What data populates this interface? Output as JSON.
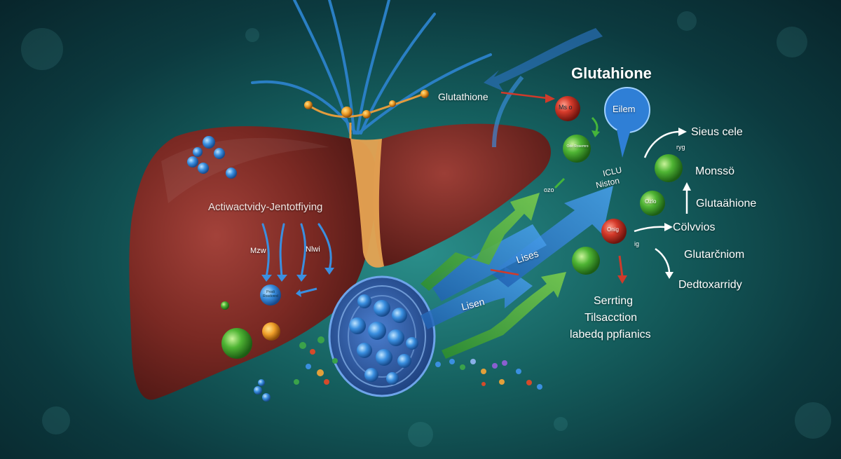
{
  "title": "Glutahione",
  "liver": {
    "label": "Actiwactvidy-Jentotfiying",
    "arrow_left_label": "Mzw",
    "arrow_right_label": "Nlwi",
    "node_label": "Prodi Rosdonrd"
  },
  "top_label": "Glutathione",
  "molecule_top": "Ms o",
  "molecule_green_1": "Odo Rosemro",
  "molecule_green_2": "Ozlo",
  "molecule_red_2": "Onig",
  "blue_circle": "Eilem",
  "blue_arrow_box": {
    "line1": "ICLU",
    "line2": "Niston"
  },
  "arrow_labels": {
    "lises": "Lises",
    "lisen": "Lisen"
  },
  "right_labels": [
    "Sieus cele",
    "Monssö",
    "Glutaähione",
    "Cölvvios",
    "Glutarčniom",
    "Dedtoxarridy"
  ],
  "bottom_labels": [
    "Serrting",
    "Tilsacction",
    "labedq ppfianics"
  ],
  "small_marks": {
    "ryg": "ryg",
    "ozo": "ozo",
    "ig": "ig"
  },
  "colors": {
    "liver": "#7e2a24",
    "bile_duct": "#e8a24a",
    "blue": "#2f7fd6",
    "green": "#45b53a",
    "red": "#c43a2c"
  }
}
